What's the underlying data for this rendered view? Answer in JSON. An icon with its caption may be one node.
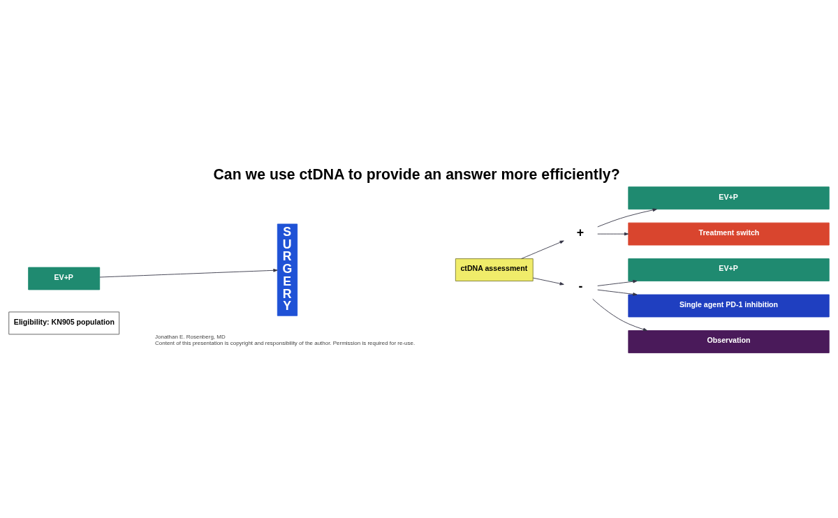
{
  "diagram": {
    "title": "Can we use ctDNA to provide an answer more efficiently?",
    "nodes": [
      {
        "text": [
          "EV+P"
        ]
      },
      {
        "text": [
          "SURGERY"
        ]
      },
      {
        "text": [
          "ctDNA assessment"
        ]
      },
      {
        "text": [
          "+"
        ]
      },
      {
        "text": [
          "-"
        ]
      },
      {
        "text": [
          "EV+P"
        ]
      },
      {
        "text": [
          "Treatment switch"
        ]
      },
      {
        "text": [
          "EV+P"
        ]
      },
      {
        "text": [
          "Single agent PD-1 inhibition"
        ]
      },
      {
        "text": [
          "Observation"
        ]
      },
      {
        "text": [
          "Eligibility: KN905 population"
        ]
      }
    ],
    "edges": [
      {
        "from": 0,
        "to": 1,
        "arrow": "to"
      },
      {
        "from": 2,
        "to": 3,
        "arrow": "to"
      },
      {
        "from": 2,
        "to": 4,
        "arrow": "to"
      },
      {
        "from": 3,
        "to": 5,
        "arrow": "to"
      },
      {
        "from": 3,
        "to": 6,
        "arrow": "to"
      },
      {
        "from": 4,
        "to": 7,
        "arrow": "to"
      },
      {
        "from": 4,
        "to": 8,
        "arrow": "to"
      },
      {
        "from": 4,
        "to": 9,
        "arrow": "to"
      }
    ],
    "labels": [
      "Jonathan E. Rosenberg, MD",
      "Content of this presentation is copyright and responsibility of the author. Permission is required for re-use."
    ]
  }
}
